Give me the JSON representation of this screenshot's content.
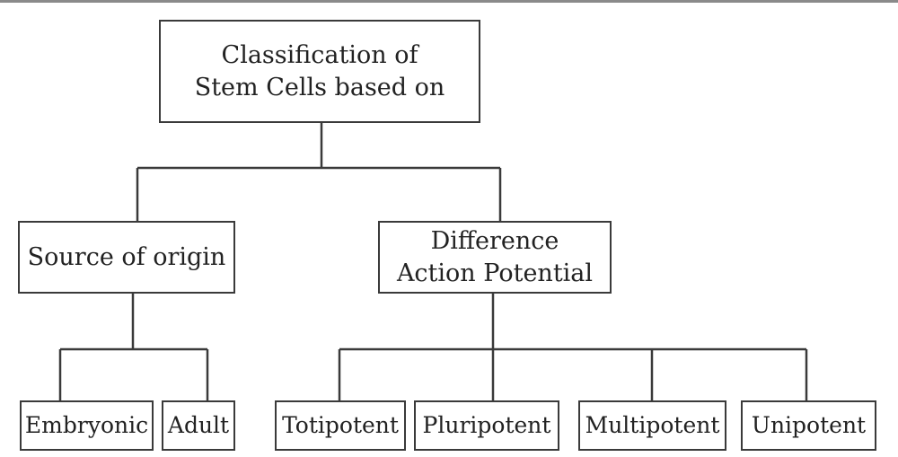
{
  "diagram": {
    "root": {
      "label": "Classification of Stem Cells based on"
    },
    "branches": {
      "source": {
        "label": "Source of origin",
        "children": [
          "Embryonic",
          "Adult"
        ]
      },
      "difference": {
        "label": "Difference Action Potential",
        "children": [
          "Totipotent",
          "Pluripotent",
          "Multipotent",
          "Unipotent"
        ]
      }
    }
  }
}
